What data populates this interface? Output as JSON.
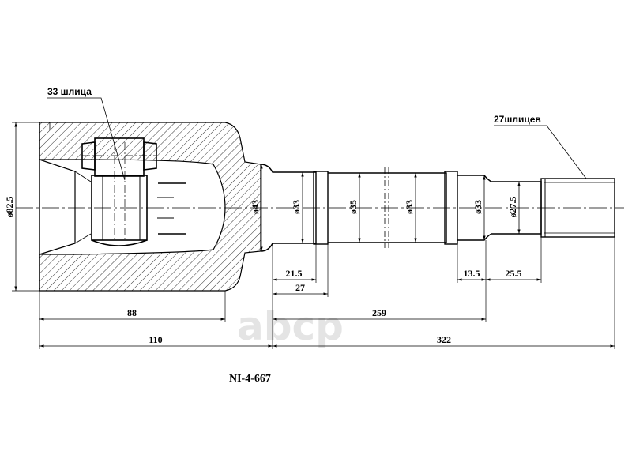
{
  "drawing": {
    "part_number": "NI-4-667",
    "watermark": "аbср",
    "callouts": {
      "left_splines": "33 шлица",
      "right_splines": "27шлицев"
    },
    "diameters": {
      "housing": "ø82.5",
      "neck": "ø43",
      "shaft_a": "ø33",
      "shaft_b": "ø35",
      "shaft_c": "ø33",
      "shaft_d": "ø33",
      "end": "ø27.5"
    },
    "lengths": {
      "d21_5": "21.5",
      "d27": "27",
      "d13_5": "13.5",
      "d25_5": "25.5",
      "d88": "88",
      "d259": "259",
      "d110": "110",
      "d322": "322"
    }
  }
}
